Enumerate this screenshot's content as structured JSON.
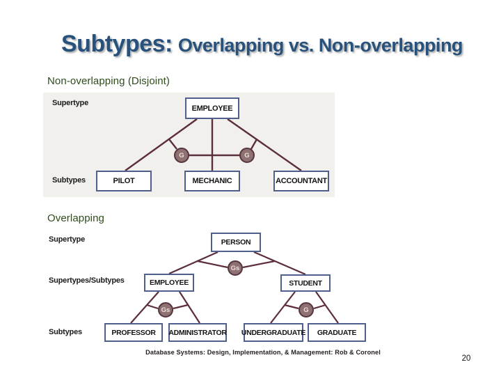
{
  "slide": {
    "title_main": "Subtypes:",
    "title_sub": "Overlapping vs. Non-overlapping",
    "section1_label": "Non-overlapping (Disjoint)",
    "section2_label": "Overlapping",
    "footer": "Database Systems: Design, Implementation, & Management: Rob & Coronel",
    "page_number": "20"
  },
  "diagram1": {
    "row_label_top": "Supertype",
    "row_label_bottom": "Subtypes",
    "supertype_box": "EMPLOYEE",
    "subtype_boxes": [
      "PILOT",
      "MECHANIC",
      "ACCOUNTANT"
    ],
    "g_circles": [
      "G",
      "G"
    ]
  },
  "diagram2": {
    "row_label_top": "Supertype",
    "row_label_mid": "Supertypes/Subtypes",
    "row_label_bottom": "Subtypes",
    "supertype_box": "PERSON",
    "mid_boxes": [
      "EMPLOYEE",
      "STUDENT"
    ],
    "subtype_boxes": [
      "PROFESSOR",
      "ADMINISTRATOR",
      "UNDERGRADUATE",
      "GRADUATE"
    ],
    "g_circles": [
      "Gs",
      "Gs",
      "G"
    ]
  },
  "colors": {
    "title_blue": "#28517b",
    "section_green": "#2e4b1c",
    "connector_maroon": "#5c2e3c",
    "box_border_blue": "#4e5e8d",
    "circle_fill": "#8e7171",
    "circle_border": "#553440",
    "diagram1_background": "#f1f0ec"
  }
}
